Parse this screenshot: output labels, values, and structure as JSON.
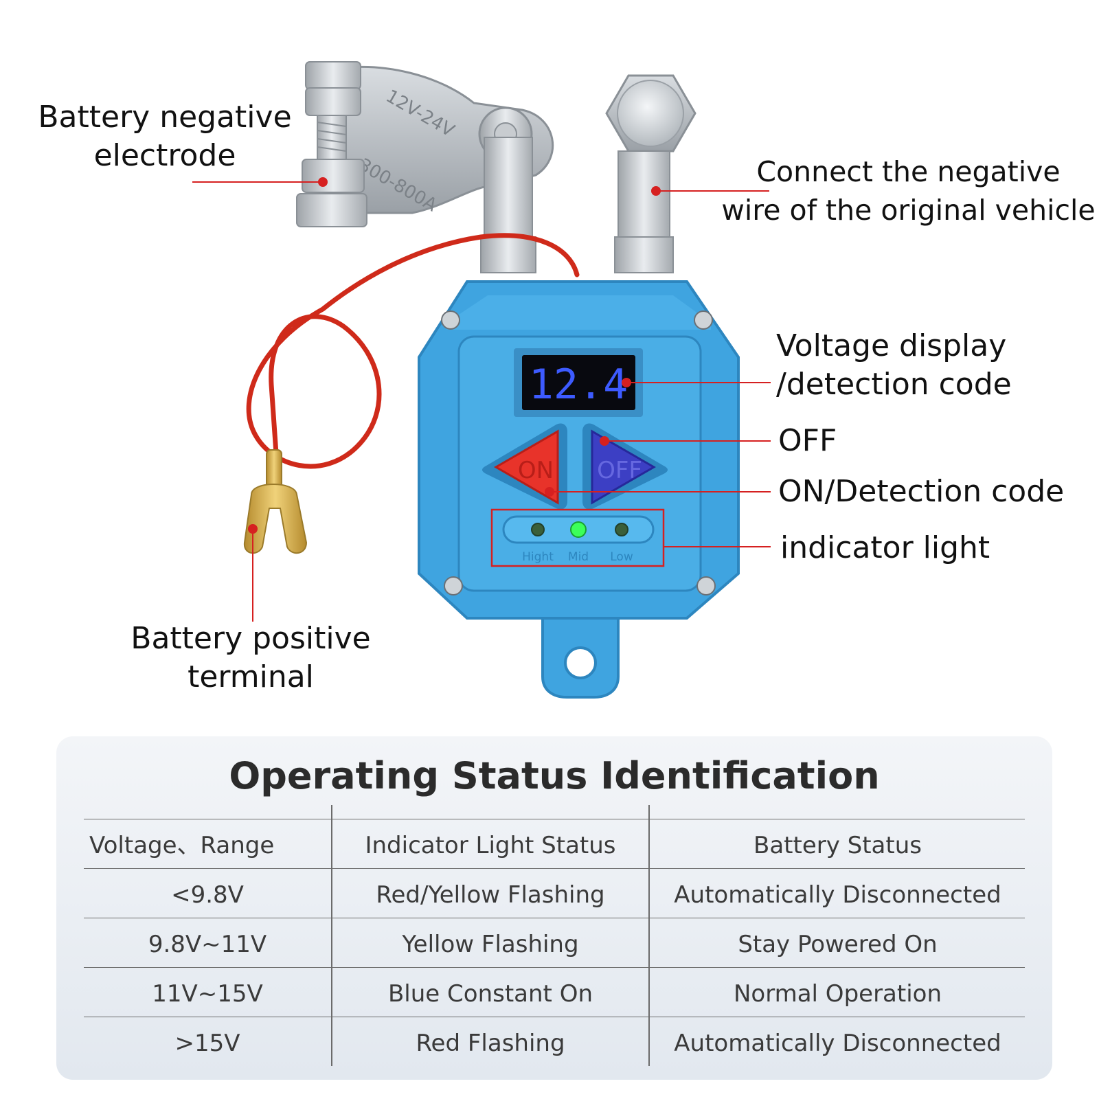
{
  "callouts": {
    "battery_negative": [
      "Battery negative",
      "electrode"
    ],
    "connect_negative": [
      "Connect the negative",
      "wire of the original vehicle"
    ],
    "voltage_display": [
      "Voltage display",
      "/detection code"
    ],
    "off": "OFF",
    "on_detection": "ON/Detection code",
    "indicator_light": "indicator light",
    "battery_positive": [
      "Battery positive",
      "terminal"
    ]
  },
  "device": {
    "display_value": "12.4",
    "on_button": "ON",
    "off_button": "OFF",
    "led_labels": [
      "Hight",
      "Mid",
      "Low"
    ],
    "active_led": "Mid",
    "clamp_engraving_1": "12V-24V",
    "clamp_engraving_2": "300-800A"
  },
  "table": {
    "title": "Operating Status Identification",
    "headers": [
      "Voltage、Range",
      "Indicator Light Status",
      "Battery Status"
    ],
    "rows": [
      [
        "<9.8V",
        "Red/Yellow Flashing",
        "Automatically Disconnected"
      ],
      [
        "9.8V~11V",
        "Yellow Flashing",
        "Stay Powered On"
      ],
      [
        "11V~15V",
        "Blue Constant On",
        "Normal Operation"
      ],
      [
        ">15V",
        "Red Flashing",
        "Automatically Disconnected"
      ]
    ]
  },
  "colors": {
    "housing": "#3fa4e0",
    "callout_line": "#d62020",
    "display_digits": "#3d5bff",
    "on_button": "#e8332a",
    "off_button": "#3c3fc4",
    "led_active": "#3cff5a"
  }
}
